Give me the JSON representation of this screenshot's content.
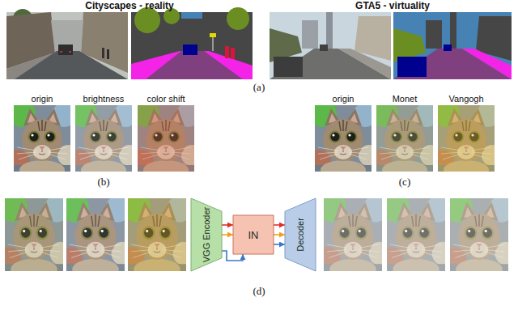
{
  "diagram": {
    "nodes": [
      {
        "text": [
          "VGG Encoder"
        ]
      },
      {
        "text": [
          "IN"
        ]
      },
      {
        "text": [
          "Decoder"
        ]
      }
    ],
    "edges": [
      {
        "from": 0,
        "to": 1,
        "arrow": "to"
      },
      {
        "from": 0,
        "to": 1,
        "arrow": "to"
      },
      {
        "from": 0,
        "to": 1,
        "arrow": "to"
      },
      {
        "from": 1,
        "to": 2,
        "arrow": "to"
      },
      {
        "from": 1,
        "to": 2,
        "arrow": "to"
      },
      {
        "from": 1,
        "to": 2,
        "arrow": "to"
      }
    ],
    "labels": [
      "Cityscapes - reality",
      "GTA5 - virtuality",
      "(a)",
      "origin",
      "brightness",
      "color shift",
      "(b)",
      "origin",
      "Monet",
      "Vangogh",
      "(c)",
      "(d)"
    ]
  }
}
